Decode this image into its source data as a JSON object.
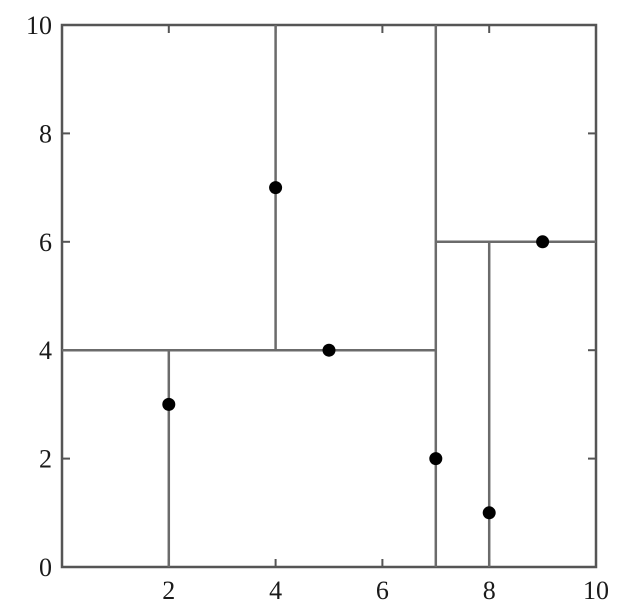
{
  "chart_data": {
    "type": "scatter",
    "title": "",
    "xlabel": "",
    "ylabel": "",
    "xlim": [
      0,
      10
    ],
    "ylim": [
      0,
      10
    ],
    "x_ticks": [
      2,
      4,
      6,
      8,
      10
    ],
    "y_ticks": [
      0,
      2,
      4,
      6,
      8,
      10
    ],
    "grid": false,
    "points": [
      {
        "x": 2,
        "y": 3
      },
      {
        "x": 4,
        "y": 7
      },
      {
        "x": 5,
        "y": 4
      },
      {
        "x": 7,
        "y": 2
      },
      {
        "x": 8,
        "y": 1
      },
      {
        "x": 9,
        "y": 6
      }
    ],
    "partition_lines": [
      {
        "orientation": "vertical",
        "at": 7,
        "from": 0,
        "to": 10
      },
      {
        "orientation": "horizontal",
        "at": 4,
        "from": 0,
        "to": 7
      },
      {
        "orientation": "vertical",
        "at": 4,
        "from": 4,
        "to": 10
      },
      {
        "orientation": "vertical",
        "at": 2,
        "from": 0,
        "to": 4
      },
      {
        "orientation": "horizontal",
        "at": 6,
        "from": 7,
        "to": 10
      },
      {
        "orientation": "vertical",
        "at": 8,
        "from": 0,
        "to": 6
      }
    ],
    "colors": {
      "points": "#000000",
      "lines": "#6b6b6b",
      "frame": "#555555"
    }
  }
}
